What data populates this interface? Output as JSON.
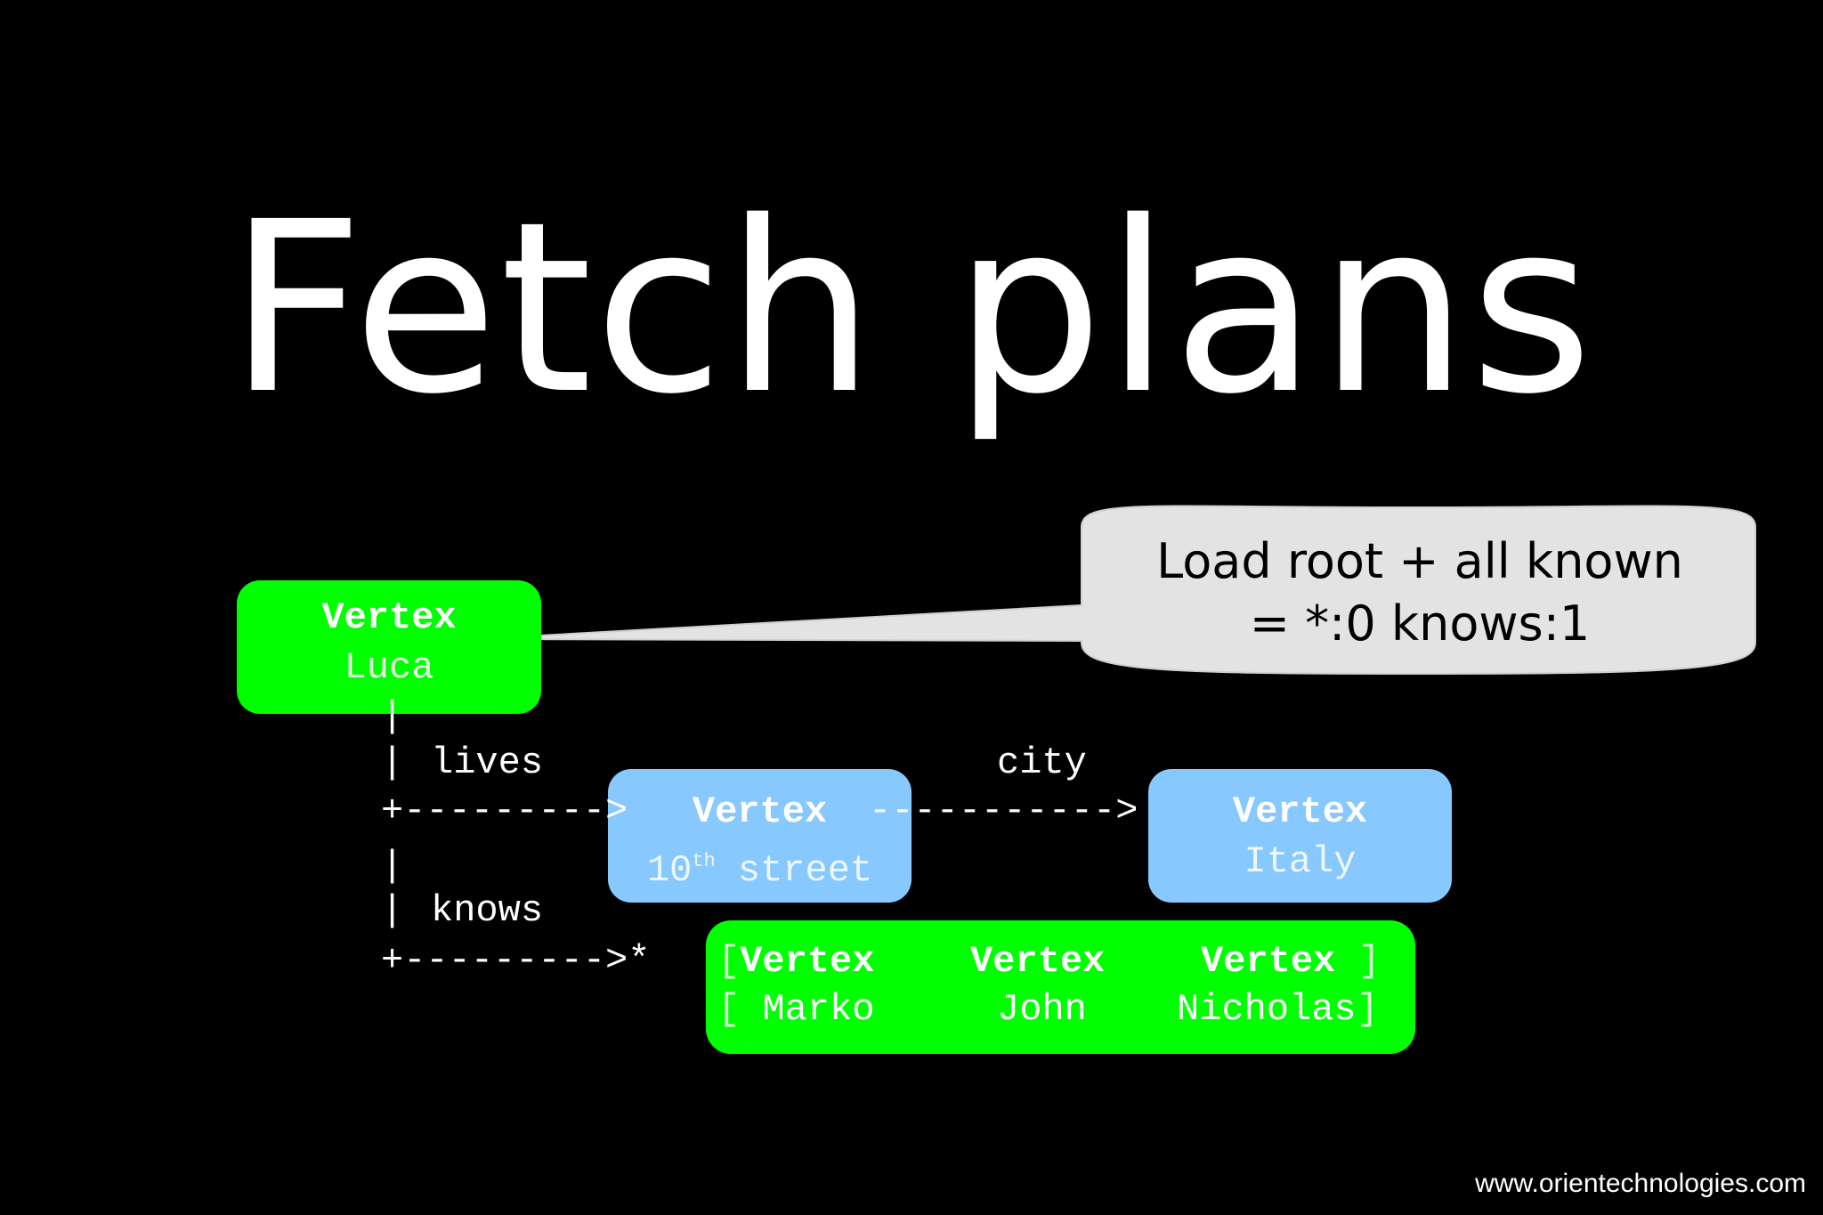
{
  "title": "Fetch plans",
  "callout": {
    "line1": "Load root + all known",
    "line2": "= *:0 knows:1"
  },
  "root_vertex": {
    "type": "Vertex",
    "name": "Luca"
  },
  "edges": {
    "lives": "lives",
    "city": "city",
    "knows": "knows"
  },
  "street_vertex": {
    "type": "Vertex",
    "name_prefix": "10",
    "name_sup": "th",
    "name_suffix": " street"
  },
  "city_vertex": {
    "type": "Vertex",
    "name": "Italy"
  },
  "known_vertices": {
    "items": [
      {
        "type": "Vertex",
        "name": "Marko"
      },
      {
        "type": "Vertex",
        "name": "John"
      },
      {
        "type": "Vertex",
        "name": "Nicholas"
      }
    ]
  },
  "footer": "www.orientechnologies.com",
  "colors": {
    "background": "#000000",
    "vertex_green": "#00ff00",
    "vertex_blue": "#87c8ff",
    "callout_fill": "#e3e3e3"
  }
}
